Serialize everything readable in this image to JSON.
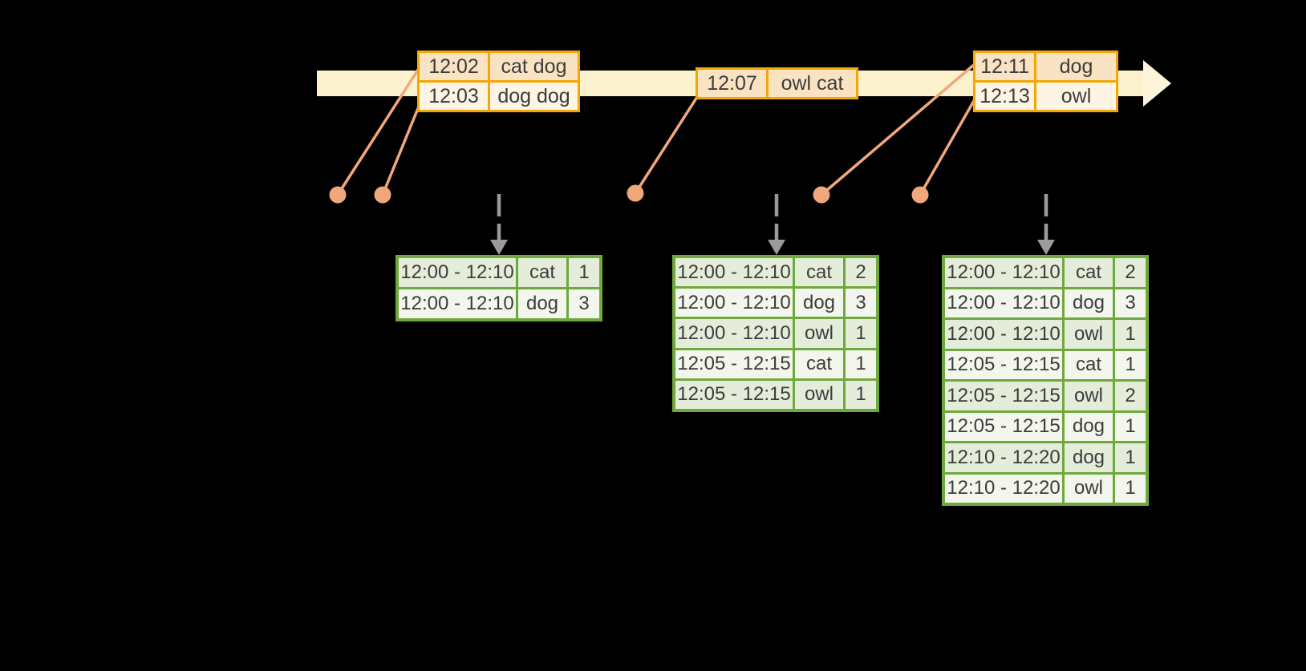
{
  "diagram": {
    "kind": "streaming-window-word-count-timeline",
    "icons": [
      "timeline-arrow-icon",
      "event-marker-dot",
      "trigger-arrow-icon"
    ],
    "colors": {
      "background": "#000000",
      "timeline_fill": "#FBF1CD",
      "timeline_arrowhead_fill": "#FCF5DC",
      "event_table_border": "#F2A705",
      "event_row_fill_a": "#FAE3C3",
      "event_row_fill_b": "#FDF4E4",
      "connector_line": "#F1A87C",
      "event_dot_fill": "#F0A87A",
      "trigger_arrow": "#9B9B9B",
      "result_table_border": "#6FA93D",
      "result_row_fill_a": "#E4EDDA",
      "result_row_fill_b": "#F2F6EC",
      "text": "#3C3C3C"
    }
  },
  "event_tables": [
    {
      "rows": [
        {
          "time": "12:02",
          "words": "cat dog"
        },
        {
          "time": "12:03",
          "words": "dog dog"
        }
      ]
    },
    {
      "rows": [
        {
          "time": "12:07",
          "words": "owl cat"
        }
      ]
    },
    {
      "rows": [
        {
          "time": "12:11",
          "words": "dog"
        },
        {
          "time": "12:13",
          "words": "owl"
        }
      ]
    }
  ],
  "result_tables": [
    {
      "rows": [
        {
          "window": "12:00 - 12:10",
          "word": "cat",
          "count": "1"
        },
        {
          "window": "12:00 - 12:10",
          "word": "dog",
          "count": "3"
        }
      ]
    },
    {
      "rows": [
        {
          "window": "12:00 - 12:10",
          "word": "cat",
          "count": "2"
        },
        {
          "window": "12:00 - 12:10",
          "word": "dog",
          "count": "3"
        },
        {
          "window": "12:00 - 12:10",
          "word": "owl",
          "count": "1"
        },
        {
          "window": "12:05 - 12:15",
          "word": "cat",
          "count": "1"
        },
        {
          "window": "12:05 - 12:15",
          "word": "owl",
          "count": "1"
        }
      ]
    },
    {
      "rows": [
        {
          "window": "12:00 - 12:10",
          "word": "cat",
          "count": "2"
        },
        {
          "window": "12:00 - 12:10",
          "word": "dog",
          "count": "3"
        },
        {
          "window": "12:00 - 12:10",
          "word": "owl",
          "count": "1"
        },
        {
          "window": "12:05 - 12:15",
          "word": "cat",
          "count": "1"
        },
        {
          "window": "12:05 - 12:15",
          "word": "owl",
          "count": "2"
        },
        {
          "window": "12:05 - 12:15",
          "word": "dog",
          "count": "1"
        },
        {
          "window": "12:10 - 12:20",
          "word": "dog",
          "count": "1"
        },
        {
          "window": "12:10 - 12:20",
          "word": "owl",
          "count": "1"
        }
      ]
    }
  ]
}
